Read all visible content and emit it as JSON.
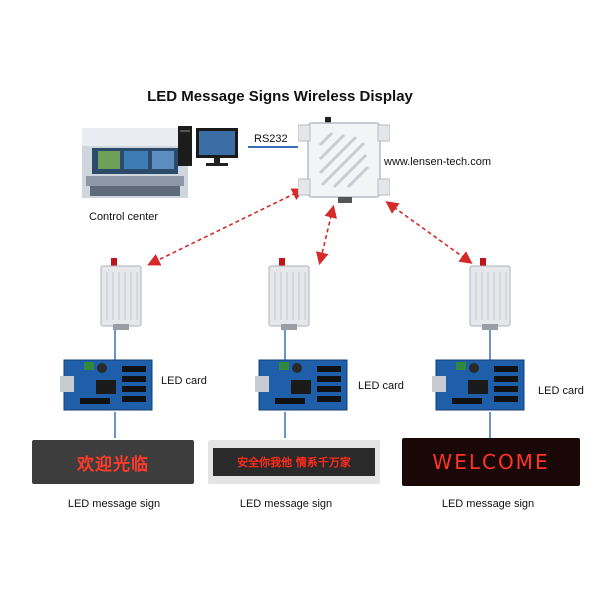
{
  "title": "LED Message Signs Wireless Display",
  "rs232_label": "RS232",
  "website": "www.lensen-tech.com",
  "control_center_label": "Control center",
  "branches": [
    {
      "card_label": "LED  card",
      "sign_label": "LED message sign",
      "sign_text": "欢迎光临"
    },
    {
      "card_label": "LED  card",
      "sign_label": "LED message sign",
      "sign_text": "安全你我他 情系千万家"
    },
    {
      "card_label": "LED  card",
      "sign_label": "LED message sign",
      "sign_text": "WELCOME"
    }
  ],
  "colors": {
    "arrow": "#d42a2a",
    "connector": "#3b6fb6",
    "led_text": "#ff2a1a"
  }
}
